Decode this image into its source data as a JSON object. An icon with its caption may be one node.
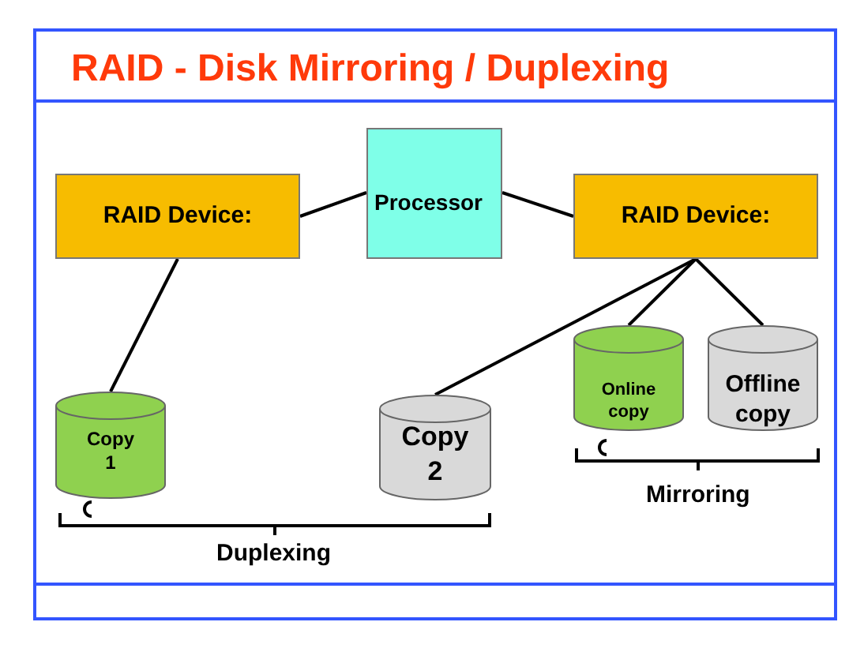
{
  "diagram": {
    "title": "RAID - Disk Mirroring / Duplexing",
    "nodes": [
      {
        "text": [
          "Processor"
        ]
      },
      {
        "text": [
          "RAID Device:"
        ]
      },
      {
        "text": [
          "RAID Device:"
        ]
      },
      {
        "text": [
          "Copy 1"
        ]
      },
      {
        "text": [
          "Copy 2"
        ]
      },
      {
        "text": [
          "Online copy"
        ]
      },
      {
        "text": [
          "Offline copy"
        ]
      }
    ],
    "edges": [
      {
        "from": 1,
        "to": 0,
        "arrow": "none"
      },
      {
        "from": 0,
        "to": 2,
        "arrow": "none"
      },
      {
        "from": 1,
        "to": 3,
        "arrow": "none"
      },
      {
        "from": 2,
        "to": 4,
        "arrow": "none"
      },
      {
        "from": 2,
        "to": 5,
        "arrow": "none"
      },
      {
        "from": 2,
        "to": 6,
        "arrow": "none"
      }
    ],
    "labels": [
      "Mirroring",
      "Duplexing"
    ]
  }
}
